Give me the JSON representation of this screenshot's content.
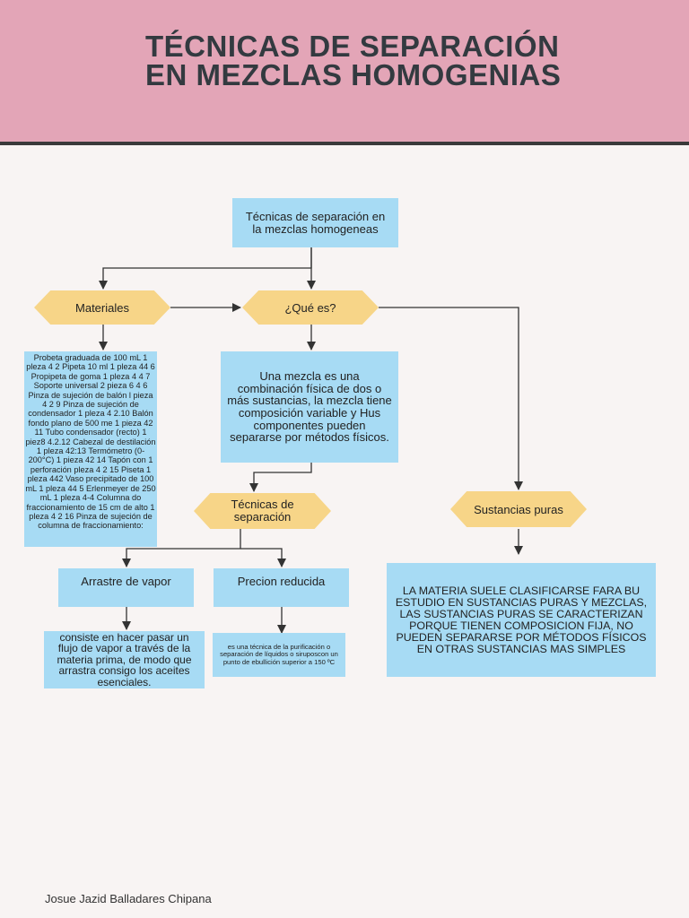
{
  "title": {
    "line1": "TÉCNICAS DE SEPARACIÓN",
    "line2": "EN MEZCLAS HOMOGENIAS"
  },
  "nodes": {
    "root": "Técnicas de separación en la mezclas homogeneas",
    "materiales": "Materiales",
    "que_es": "¿Qué es?",
    "materiales_list": "Probeta graduada de 100 mL 1 pleza 4 2 Pipeta 10 ml 1 pleza 44 6 Propipeta de goma 1 pleza 4 4 7 Soporte universal 2 pieza 6 4 6 Pinza de sujeción de balón l pieza 4 2 9 Pinza de sujeción de condensador 1 pleza 4 2.10 Balón fondo plano de 500 me 1 pieza 42 11 Tubo condensador (recto) 1 piez8 4.2.12 Cabezal de destilación 1 pleza 42:13 Termómetro (0-200°C) 1 pieza 42 14 Tapón con 1 perforación pleza 4 2 15 Piseta 1 pleza 442 Vaso precipitado de 100 mL 1 pleza 44 5 Erlenmeyer de 250 mL 1 pleza 4-4 Columna do fraccionamiento de 15 cm de alto 1 pleza 4 2 16 Pinza de sujeción de columna de fraccionamiento:",
    "definicion": "Una mezcla es una combinación física de dos o más sustancias, la mezcla tiene composición variable y Hus componentes pueden separarse por métodos físicos.",
    "tecnicas": "Técnicas de separación",
    "sustancias_puras": "Sustancias puras",
    "arrastre": "Arrastre de vapor",
    "precion": "Precion reducida",
    "arrastre_desc": "consiste en hacer pasar un flujo de vapor a través de la materia prima, de modo que arrastra consigo los aceites esenciales.",
    "precion_desc": "es una técnica de la purificación o separación de líquidos o siruposcon un punto de ebullición superior a 150 ºC",
    "sustancias_desc": "LA MATERIA SUELE CLASIFICARSE FARA BU ESTUDIO EN SUSTANCIAS PURAS Y MEZCLAS, LAS SUSTANCIAS PURAS SE CARACTERIZAN PORQUE TIENEN COMPOSICION FIJA, NO PUEDEN SEPARARSE POR MÉTODOS FÍSICOS EN OTRAS SUSTANCIAS MAS SIMPLES"
  },
  "author": "Josue Jazid Balladares Chipana",
  "colors": {
    "header": "#e3a5b7",
    "background": "#f8f4f3",
    "box_blue": "#a7dbf4",
    "hex_yellow": "#f7d588",
    "line": "#333333"
  }
}
